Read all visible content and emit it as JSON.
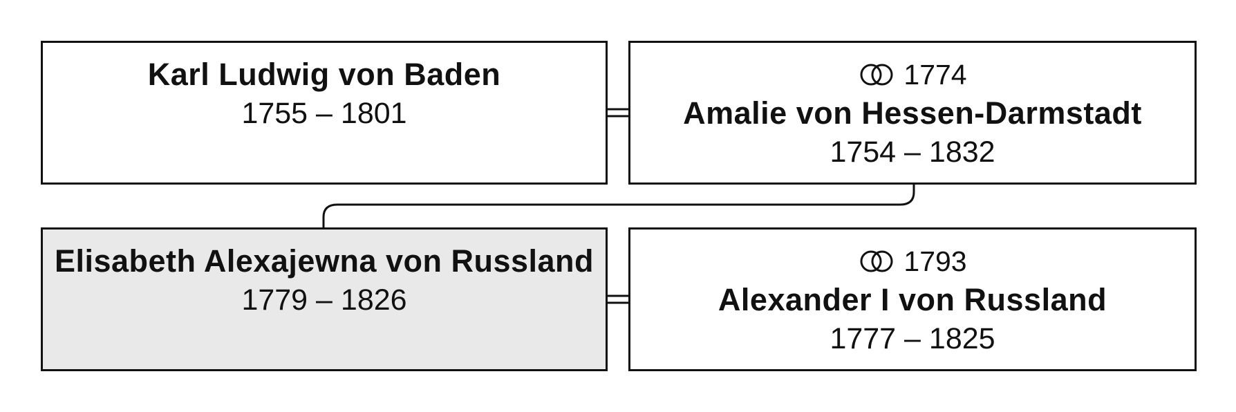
{
  "persons": {
    "karl": {
      "name": "Karl Ludwig von Baden",
      "dates": "1755 – 1801"
    },
    "amalie": {
      "marriage_year": "1774",
      "name": "Amalie von Hessen-Darmstadt",
      "dates": "1754 – 1832"
    },
    "elisabeth": {
      "name": "Elisabeth Alexajewna von Russland",
      "dates": "1779 – 1826"
    },
    "alexander": {
      "marriage_year": "1793",
      "name": "Alexander I von Russland",
      "dates": "1777 – 1825"
    }
  },
  "icons": {
    "marriage": "wedding-rings-icon"
  },
  "colors": {
    "highlight_fill": "#e9e9e9",
    "border": "#111111"
  }
}
